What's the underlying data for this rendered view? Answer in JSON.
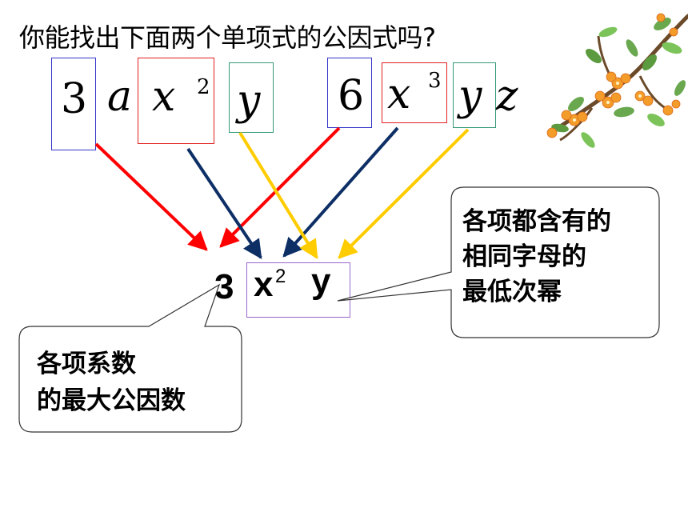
{
  "question": "你能找出下面两个单项式的公因式吗?",
  "monomial_1": {
    "coef": "3",
    "var_a": "a",
    "var_x": "x",
    "exp_x": "2",
    "var_y": "y"
  },
  "monomial_2": {
    "coef": "6",
    "var_x": "x",
    "exp_x": "3",
    "var_y": "y",
    "var_z": "z"
  },
  "result": {
    "coef": "3",
    "var_x": "x",
    "exp_x": "2",
    "var_y": "y"
  },
  "callout_right": {
    "line1": "各项都含有的",
    "line2": "相同字母的",
    "line3": "最低次幂"
  },
  "callout_left": {
    "line1": "各项系数",
    "line2": "的最大公因数"
  },
  "colors": {
    "coef_arrow": "#ff0000",
    "x_arrow": "#0d2f66",
    "y_arrow": "#ffcc00",
    "coef_box": "#3333cc",
    "x_box": "#e02020",
    "y_box": "#339977",
    "result_box": "#9966cc"
  },
  "decoration": {
    "icon": "flowering-branch-icon"
  }
}
